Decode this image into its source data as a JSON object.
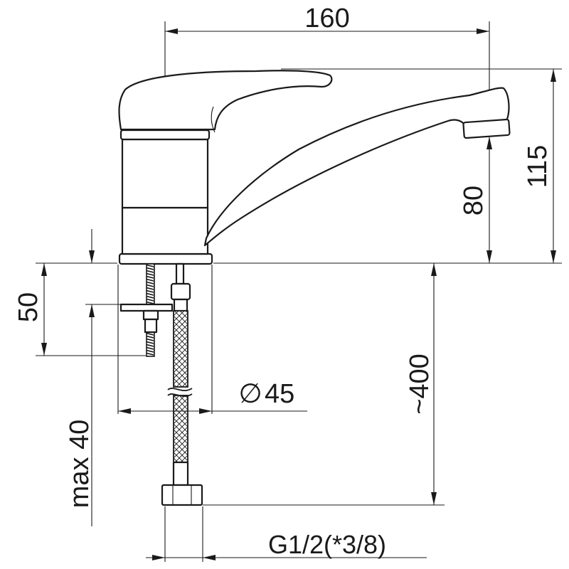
{
  "dimensions": {
    "width_top": "160",
    "height_total": "115",
    "spout_height": "80",
    "mount_height": "50",
    "max_thickness": "max 40",
    "body_diameter_symbol": "∅",
    "body_diameter": "45",
    "hose_length": "~400",
    "thread": "G1/2(*3/8)"
  }
}
